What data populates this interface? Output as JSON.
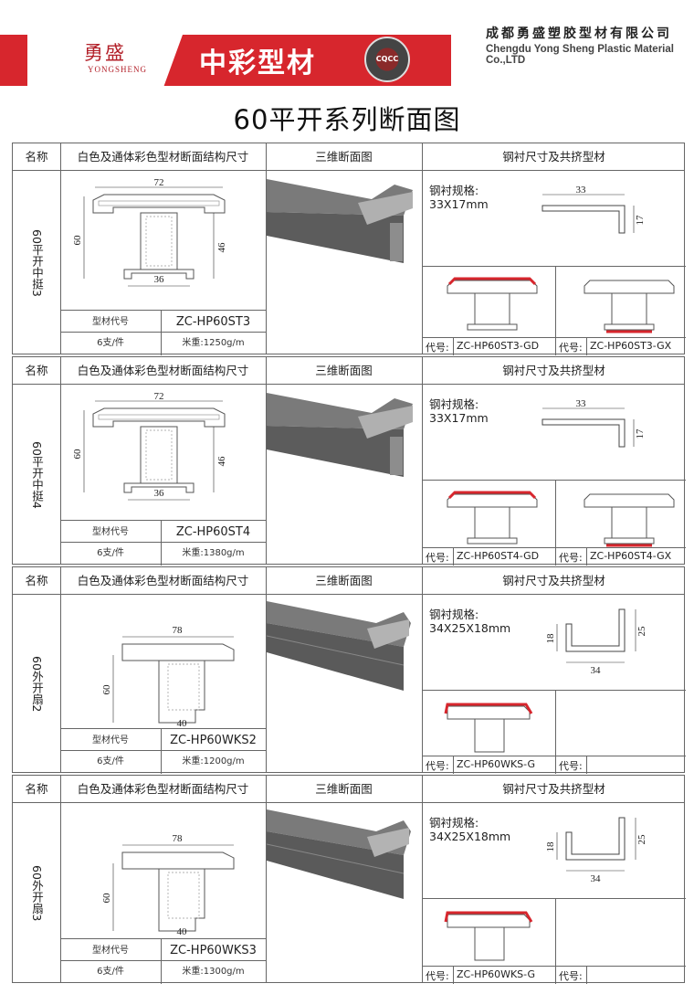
{
  "header": {
    "brand_cn": "勇盛",
    "brand_en": "YONGSHENG",
    "brand_zc": "中彩型材",
    "logo_text": "CQCC",
    "company_cn": "成都勇盛塑胶型材有限公司",
    "company_en": "Chengdu Yong Sheng Plastic Material Co.,LTD"
  },
  "page_title": "60平开系列断面图",
  "columns": {
    "name": "名称",
    "dims": "白色及通体彩色型材断面结构尺寸",
    "view3d": "三维断面图",
    "steel": "钢衬尺寸及共挤型材"
  },
  "common": {
    "model_label": "型材代号",
    "pcs": "6支/件",
    "daihao": "代号:"
  },
  "sections": [
    {
      "name": "60平开中挺3",
      "top_dim": "72",
      "left_dim": "60",
      "right_dim": "46",
      "bottom_dim": "36",
      "code": "ZC-HP60ST3",
      "weight": "米重:1250g/m",
      "steel_label": "钢衬规格:",
      "steel_spec": "33X17mm",
      "steel_d1": "33",
      "steel_d2": "17",
      "gd": "ZC-HP60ST3-GD",
      "gx": "ZC-HP60ST3-GX"
    },
    {
      "name": "60平开中挺4",
      "top_dim": "72",
      "left_dim": "60",
      "right_dim": "46",
      "bottom_dim": "36",
      "code": "ZC-HP60ST4",
      "weight": "米重:1380g/m",
      "steel_label": "钢衬规格:",
      "steel_spec": "33X17mm",
      "steel_d1": "33",
      "steel_d2": "17",
      "gd": "ZC-HP60ST4-GD",
      "gx": "ZC-HP60ST4-GX"
    },
    {
      "name": "60外开扇2",
      "top_dim": "78",
      "left_dim": "60",
      "bottom_dim": "40",
      "code": "ZC-HP60WKS2",
      "weight": "米重:1200g/m",
      "steel_label": "钢衬规格:",
      "steel_spec": "34X25X18mm",
      "steel_d1": "18",
      "steel_d2": "25",
      "steel_d3": "34",
      "gd": "ZC-HP60WKS-G",
      "gx": ""
    },
    {
      "name": "60外开扇3",
      "top_dim": "78",
      "left_dim": "60",
      "bottom_dim": "40",
      "code": "ZC-HP60WKS3",
      "weight": "米重:1300g/m",
      "steel_label": "钢衬规格:",
      "steel_spec": "34X25X18mm",
      "steel_d1": "18",
      "steel_d2": "25",
      "steel_d3": "34",
      "gd": "ZC-HP60WKS-G",
      "gx": ""
    }
  ],
  "colors": {
    "brand_red": "#d7262d",
    "profile_gray": "#6e6e6e",
    "coextrude_red": "#d7262d"
  }
}
